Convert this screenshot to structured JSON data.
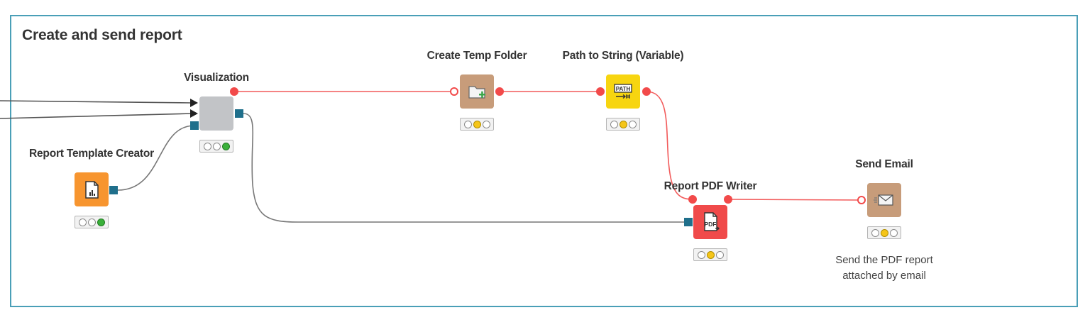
{
  "workflow": {
    "annotation_title": "Create and send report"
  },
  "nodes": {
    "visualization": {
      "label": "Visualization",
      "status": [
        "off",
        "off",
        "green"
      ],
      "color": "#c2c4c7"
    },
    "report_template_creator": {
      "label": "Report Template Creator",
      "status": [
        "off",
        "off",
        "green"
      ],
      "color": "#f7952f",
      "icon": "report-template-icon"
    },
    "create_temp_folder": {
      "label": "Create Temp Folder",
      "status": [
        "off",
        "yellow",
        "off"
      ],
      "color": "#c79c7a",
      "icon": "folder-plus-icon"
    },
    "path_to_string": {
      "label": "Path to String (Variable)",
      "status": [
        "off",
        "yellow",
        "off"
      ],
      "color": "#f7d510",
      "icon": "path-variable-icon",
      "icon_text": "PATH"
    },
    "report_pdf_writer": {
      "label": "Report PDF Writer",
      "status": [
        "off",
        "yellow",
        "off"
      ],
      "color": "#f04a4a",
      "icon": "pdf-file-icon",
      "icon_text": "PDF"
    },
    "send_email": {
      "label": "Send Email",
      "status": [
        "off",
        "yellow",
        "off"
      ],
      "color": "#c79c7a",
      "icon": "envelope-icon",
      "note": [
        "Send the PDF report",
        "attached by email"
      ]
    }
  },
  "colors": {
    "flow_variable_connection": "#f25a5a",
    "data_connection": "#777777",
    "annotation_border": "#4a9fb7"
  }
}
